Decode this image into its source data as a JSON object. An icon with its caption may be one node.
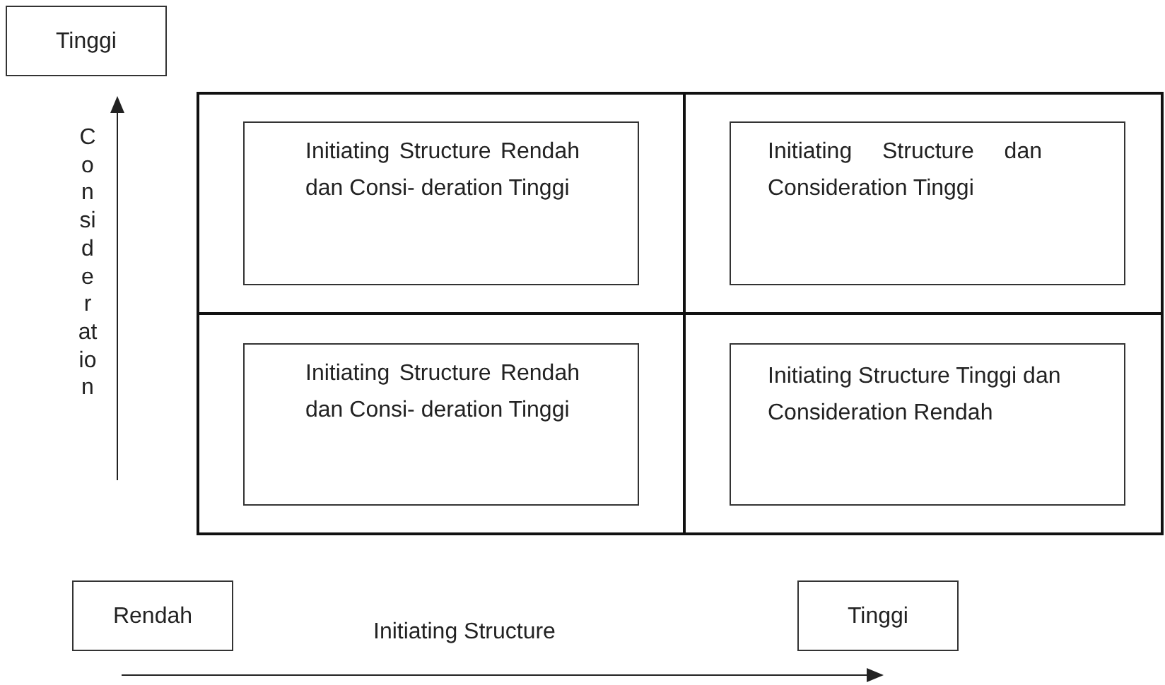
{
  "diagram": {
    "nodes": [
      {
        "text": [
          "Tinggi"
        ]
      },
      {
        "text": [
          "Initiating Structure Rendah dan Consi- deration Tinggi"
        ]
      },
      {
        "text": [
          "Initiating Structure dan Consideration Tinggi"
        ]
      },
      {
        "text": [
          "Initiating Structure Rendah dan Consi- deration Tinggi"
        ]
      },
      {
        "text": [
          "Initiating Structure Tinggi dan Consideration Rendah"
        ]
      },
      {
        "text": [
          "Rendah"
        ]
      },
      {
        "text": [
          "Tinggi"
        ]
      }
    ],
    "labels": [
      "Consideration",
      "Initiating Structure"
    ]
  }
}
